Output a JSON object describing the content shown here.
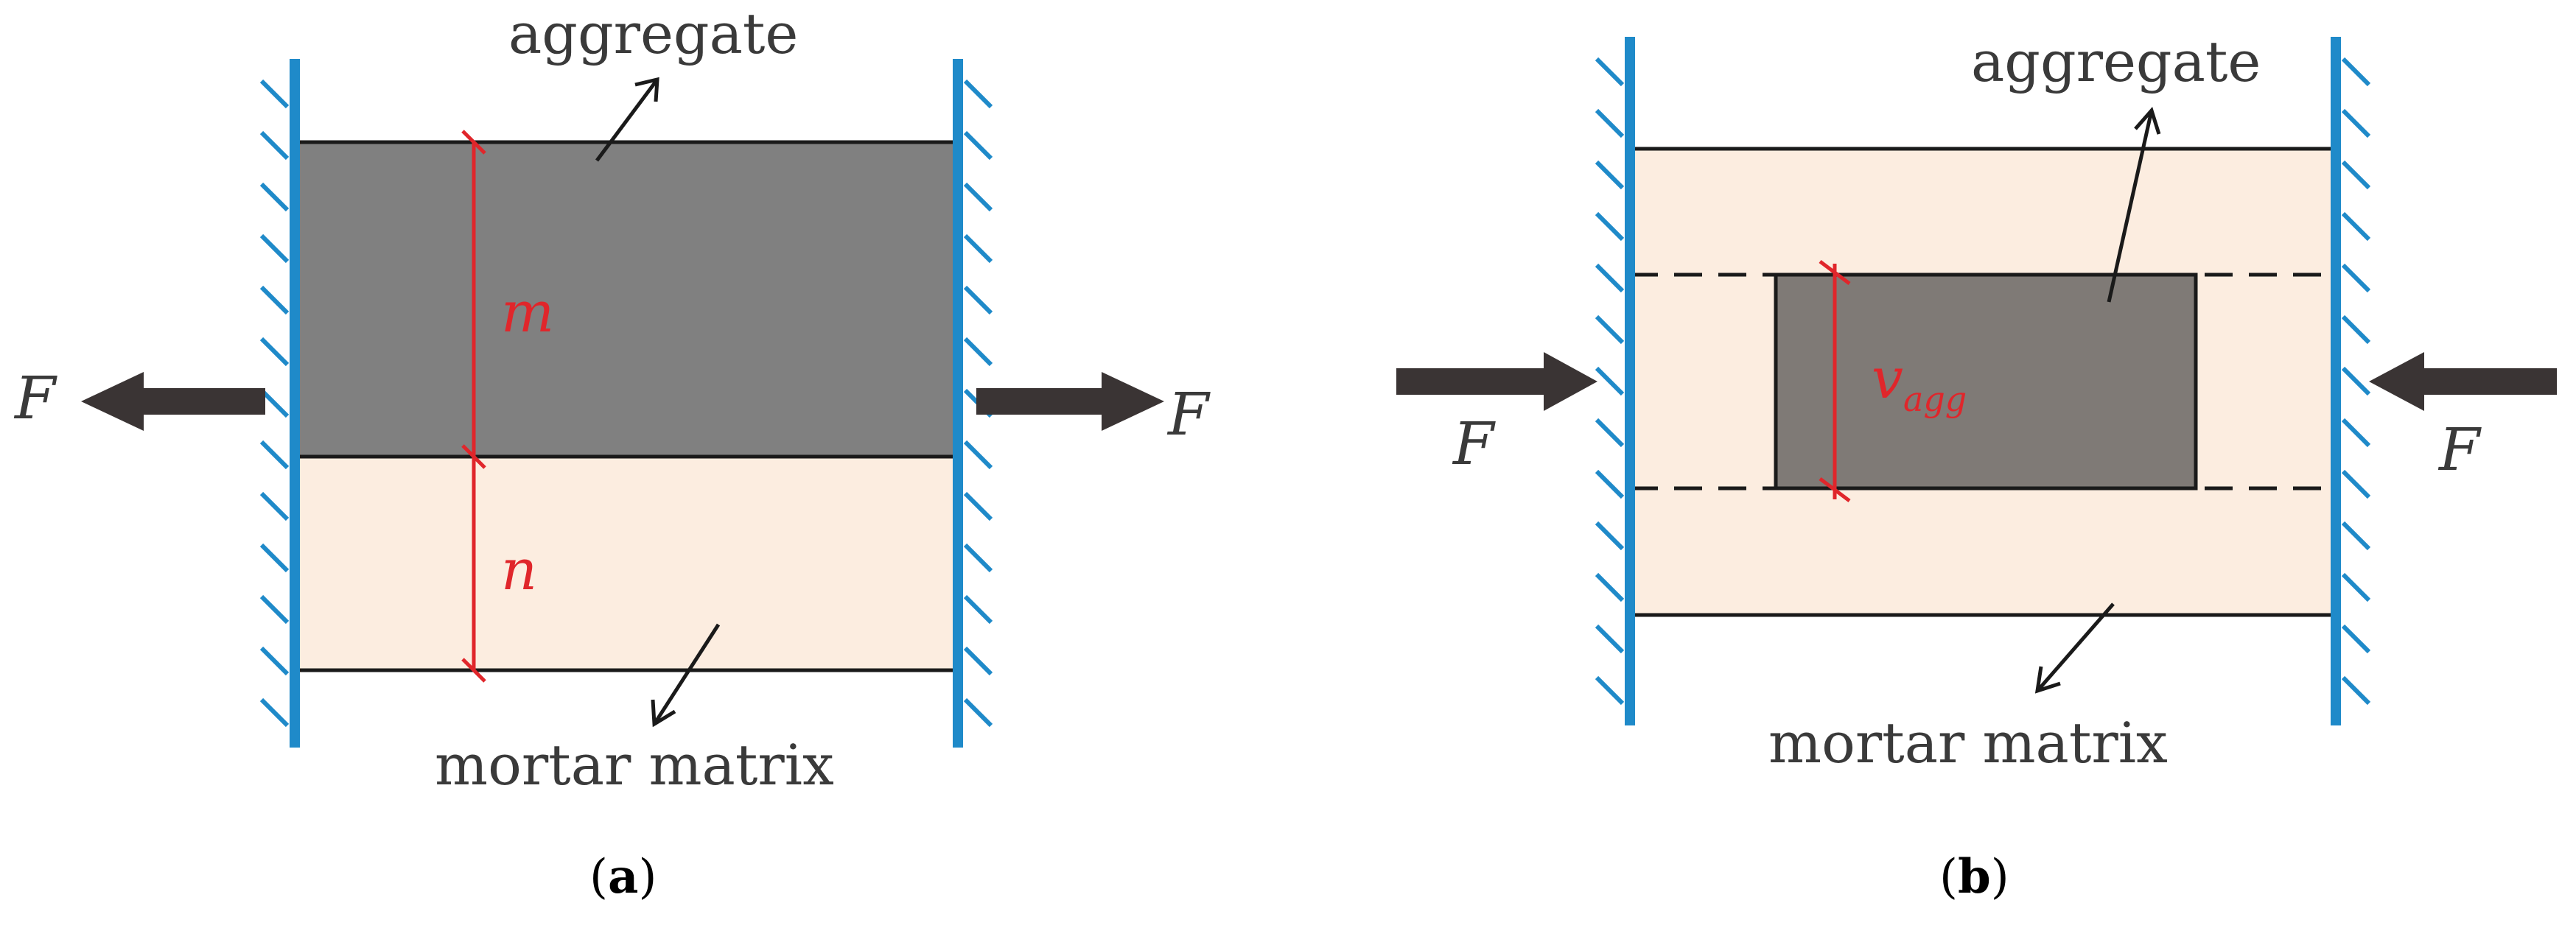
{
  "colors": {
    "aggregate": "#808080",
    "aggregate_b": "#7f7a76",
    "mortar": "#fcede0",
    "wall": "#1f8ac9",
    "dimension": "#e0262b",
    "arrow": "#3a3434",
    "text": "#3a3a3a"
  },
  "panel_a": {
    "caption_open": "(",
    "caption_letter": "a",
    "caption_close": ")",
    "aggregate_label": "aggregate",
    "mortar_label": "mortar matrix",
    "dim_m": "m",
    "dim_n": "n",
    "force_left": "F",
    "force_right": "F",
    "load": "tension"
  },
  "panel_b": {
    "caption_open": "(",
    "caption_letter": "b",
    "caption_close": ")",
    "aggregate_label": "aggregate",
    "mortar_label": "mortar matrix",
    "dim_v": "v",
    "dim_v_sub": "agg",
    "force_left": "F",
    "force_right": "F",
    "load": "compression"
  }
}
